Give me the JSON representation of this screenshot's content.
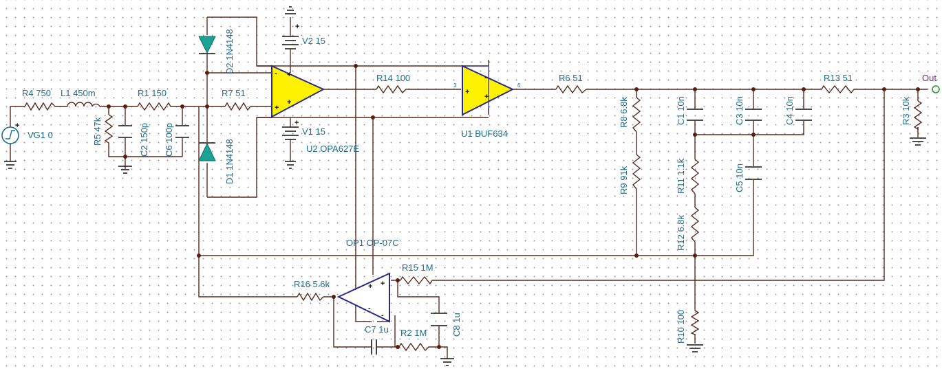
{
  "colors": {
    "wire": "#5a2a1e",
    "label": "#1d6d8e",
    "opamp_fill": "#fff200",
    "diode": "#1aa394",
    "output": "#7a2a7a"
  },
  "labels": {
    "r4": "R4 750",
    "l1": "L1 450m",
    "r1": "R1 150",
    "r5": "R5 47k",
    "c2": "C2 150p",
    "c6": "C6 100p",
    "vg1": "VG1 0",
    "d2": "D2 1N4148",
    "d1": "D1 1N4148",
    "r7": "R7 51",
    "v2": "V2 15",
    "v1": "V1 15",
    "u2": "U2 OPA627E",
    "r14": "R14 100",
    "u1": "U1 BUF634",
    "pin3": "3",
    "pin6": "6",
    "r6": "R6 51",
    "r8": "R8 6.8k",
    "r9": "R9 91k",
    "c1": "C1 10n",
    "c3": "C3 10n",
    "c4": "C4 10n",
    "r11": "R11 1.1k",
    "c5": "C5 10n",
    "r12": "R12 6.8k",
    "r10": "R10 100",
    "r13": "R13 51",
    "r3": "R3 10k",
    "out": "Out",
    "op1": "OP1 OP-07C",
    "r15": "R15 1M",
    "r16": "R16 5.6k",
    "c7": "C7 1u",
    "r2": "R2 1M",
    "c8": "C8 1u"
  }
}
